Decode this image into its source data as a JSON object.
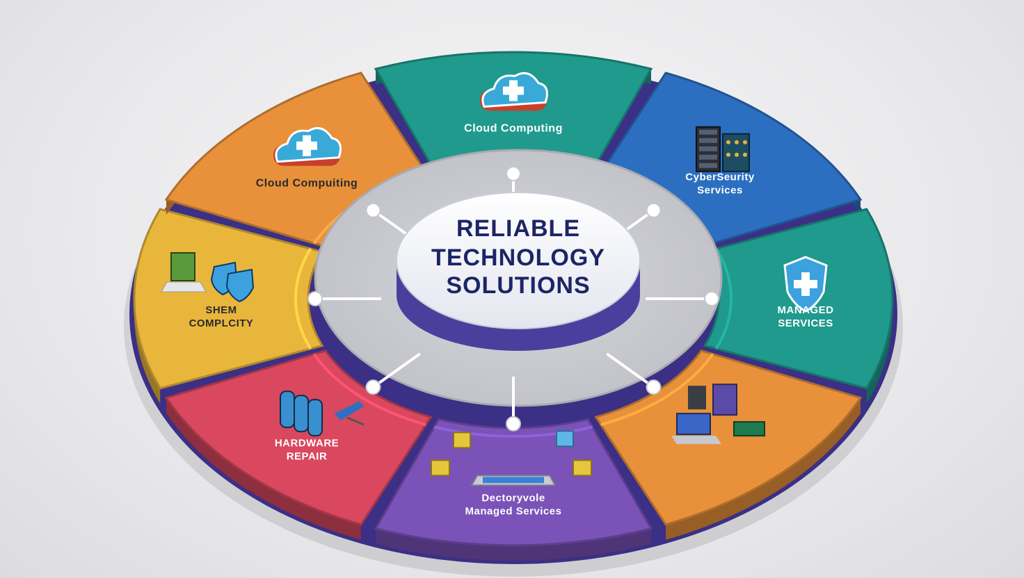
{
  "center": {
    "lines": [
      "RELIABLE",
      "TECHNOLOGY",
      "SOLUTIONS"
    ]
  },
  "segments": [
    {
      "id": "top",
      "lines": [
        "Cloud Computing"
      ],
      "color": "#1f9a8c",
      "icon": "cloud-icon"
    },
    {
      "id": "top-right",
      "lines": [
        "CyberSeurity",
        "Services"
      ],
      "color": "#2c6fc0",
      "icon": "server-rack-icon"
    },
    {
      "id": "right",
      "lines": [
        "MANAGED",
        "SERVICES"
      ],
      "color": "#1f9a8c",
      "icon": "shield-icon"
    },
    {
      "id": "bottom-right",
      "lines": [],
      "color": "#e8913a",
      "icon": "hardware-parts-icon"
    },
    {
      "id": "bottom",
      "lines": [
        "Dectoryvole",
        "Managed Services"
      ],
      "color": "#7a52b8",
      "icon": "network-switch-icon"
    },
    {
      "id": "bottom-left",
      "lines": [
        "HARDWARE",
        "REPAIR"
      ],
      "color": "#d9485f",
      "icon": "server-stack-icon"
    },
    {
      "id": "left",
      "lines": [
        "SHEM",
        "COMPLCITY"
      ],
      "color": "#e9b63c",
      "icon": "laptop-shield-icon"
    },
    {
      "id": "top-left",
      "lines": [
        "Cloud Compuiting"
      ],
      "color": "#e8913a",
      "icon": "cloud-icon"
    }
  ],
  "colors": {
    "rim_outer": "#4b3f9e",
    "hub_fill": "#ffffff",
    "hub_base": "#4b3f9e",
    "title_text": "#1c2566",
    "connector": "#ffffff"
  }
}
